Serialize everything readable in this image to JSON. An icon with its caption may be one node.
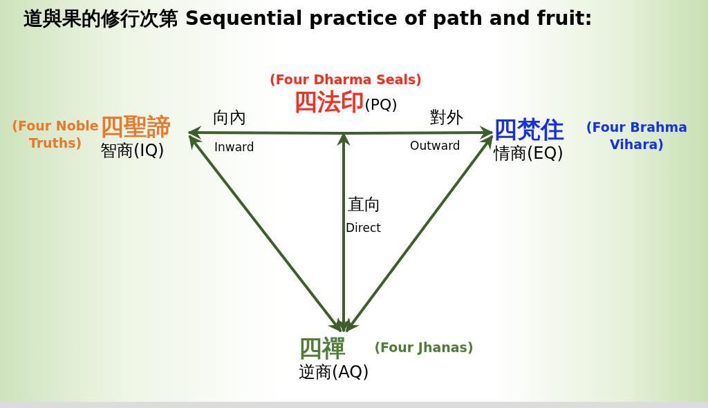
{
  "diagram": {
    "title": "道與果的修行次第 Sequential practice of path and fruit:",
    "nodes": [
      {
        "text": [
          "(Four Dharma Seals)",
          "四法印",
          "(PQ)"
        ]
      },
      {
        "text": [
          "四聖諦",
          "智商(IQ)"
        ],
        "beside": [
          "(Four Noble Truths)"
        ]
      },
      {
        "text": [
          "四梵住",
          "情商(EQ)"
        ],
        "beside": [
          "(Four Brahma Vihara)"
        ]
      },
      {
        "text": [
          "四禪",
          "逆商(AQ)"
        ],
        "beside": [
          "(Four Jhanas)"
        ]
      }
    ],
    "edges": [
      {
        "from": 0,
        "to": 1,
        "arrow": "to",
        "label": "向內"
      },
      {
        "from": 0,
        "to": 2,
        "arrow": "to",
        "label": "對外"
      },
      {
        "from": 3,
        "to": 0,
        "arrow": "both",
        "label": "直向"
      },
      {
        "from": 1,
        "to": 3,
        "arrow": "both"
      },
      {
        "from": 2,
        "to": 3,
        "arrow": "both"
      }
    ],
    "labels": [
      "Inward",
      "Outward",
      "Direct"
    ]
  }
}
